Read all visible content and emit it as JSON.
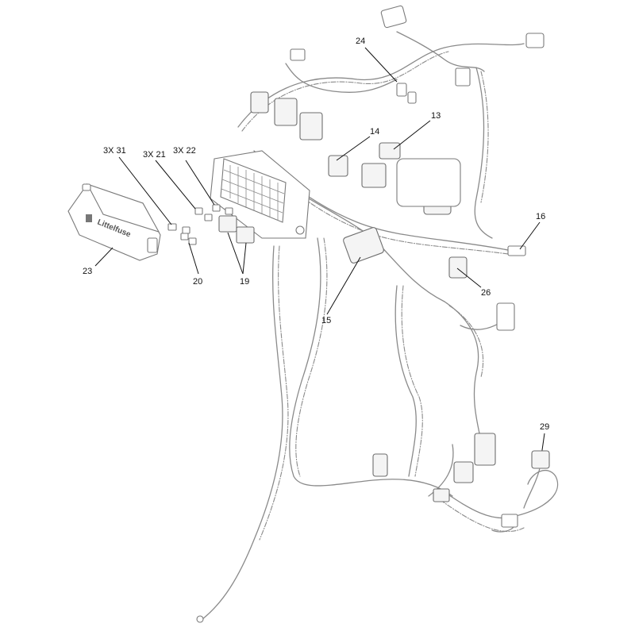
{
  "callouts": [
    {
      "id": "c24",
      "label": "24"
    },
    {
      "id": "c13",
      "label": "13"
    },
    {
      "id": "c14",
      "label": "14"
    },
    {
      "id": "c3x31",
      "label": "3X 31"
    },
    {
      "id": "c3x21",
      "label": "3X 21"
    },
    {
      "id": "c3x22",
      "label": "3X 22"
    },
    {
      "id": "c16",
      "label": "16"
    },
    {
      "id": "c23",
      "label": "23"
    },
    {
      "id": "c20",
      "label": "20"
    },
    {
      "id": "c19",
      "label": "19"
    },
    {
      "id": "c26",
      "label": "26"
    },
    {
      "id": "c15",
      "label": "15"
    },
    {
      "id": "c29",
      "label": "29"
    }
  ],
  "fuse_box": {
    "brand": "Littelfuse"
  },
  "colors": {
    "line": "#8a8a8a",
    "label": "#111111",
    "background": "#ffffff"
  }
}
